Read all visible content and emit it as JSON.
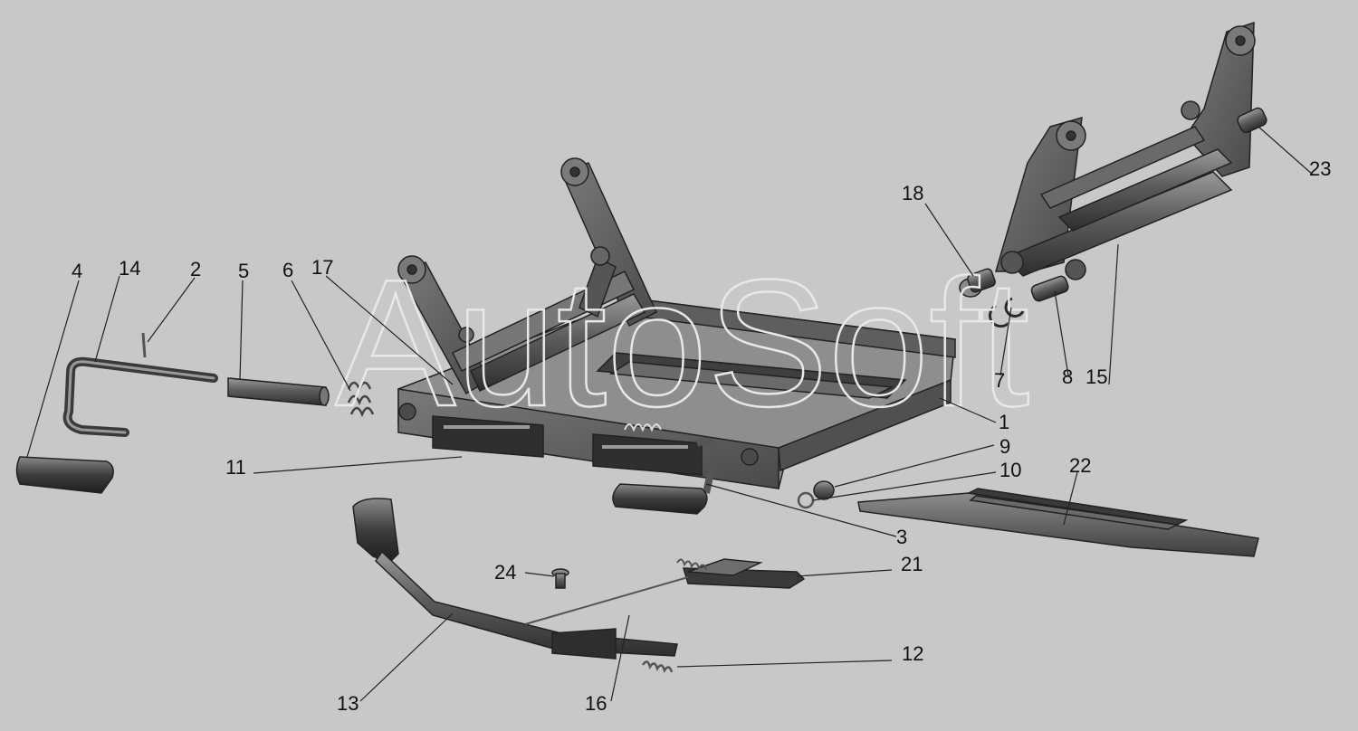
{
  "watermark": "AutoSoft",
  "colors": {
    "background": "#c8c8c8",
    "part_dark": "#3a3a3a",
    "part_mid": "#6e6e6e",
    "part_light": "#9a9a9a",
    "leader": "#222222"
  },
  "callouts": [
    {
      "id": "c4",
      "text": "4"
    },
    {
      "id": "c14",
      "text": "14"
    },
    {
      "id": "c2",
      "text": "2"
    },
    {
      "id": "c5",
      "text": "5"
    },
    {
      "id": "c6",
      "text": "6"
    },
    {
      "id": "c17",
      "text": "17"
    },
    {
      "id": "c18",
      "text": "18"
    },
    {
      "id": "c23",
      "text": "23"
    },
    {
      "id": "c7",
      "text": "7"
    },
    {
      "id": "c8",
      "text": "8"
    },
    {
      "id": "c15",
      "text": "15"
    },
    {
      "id": "c1",
      "text": "1"
    },
    {
      "id": "c9",
      "text": "9"
    },
    {
      "id": "c10",
      "text": "10"
    },
    {
      "id": "c22",
      "text": "22"
    },
    {
      "id": "c11",
      "text": "11"
    },
    {
      "id": "c3",
      "text": "3"
    },
    {
      "id": "c21",
      "text": "21"
    },
    {
      "id": "c24",
      "text": "24"
    },
    {
      "id": "c12",
      "text": "12"
    },
    {
      "id": "c13",
      "text": "13"
    },
    {
      "id": "c16",
      "text": "16"
    }
  ]
}
